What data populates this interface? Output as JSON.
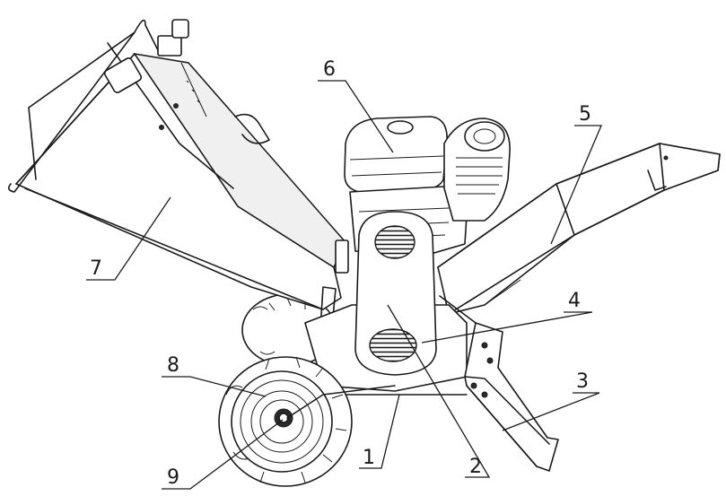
{
  "diagram": {
    "callouts": [
      {
        "id": "1",
        "label": "1"
      },
      {
        "id": "2",
        "label": "2"
      },
      {
        "id": "3",
        "label": "3"
      },
      {
        "id": "4",
        "label": "4"
      },
      {
        "id": "5",
        "label": "5"
      },
      {
        "id": "6",
        "label": "6"
      },
      {
        "id": "7",
        "label": "7"
      },
      {
        "id": "8",
        "label": "8"
      },
      {
        "id": "9",
        "label": "9"
      }
    ]
  },
  "colors": {
    "ink": "#1a1a1a",
    "background": "#ffffff"
  }
}
